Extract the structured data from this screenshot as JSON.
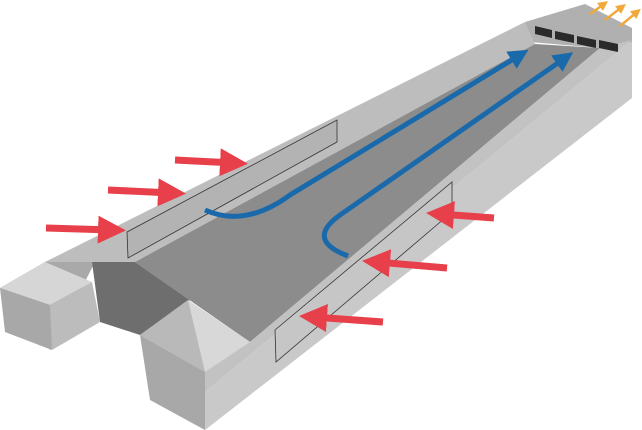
{
  "colors": {
    "intake_arrow": "#e8404a",
    "airflow_path": "#1a6aab",
    "exhaust_arrow": "#f2a93b",
    "floor": "#8c8c8c",
    "wall_top": "#bdbdbd",
    "wall_face": "#c9c9c9",
    "shadow": "#6e6e6e",
    "fan": "#2a2a2a"
  },
  "intake_arrow_count": 6,
  "exhaust_arrow_count": 3,
  "airflow_path_count": 2,
  "fan_count": 4
}
